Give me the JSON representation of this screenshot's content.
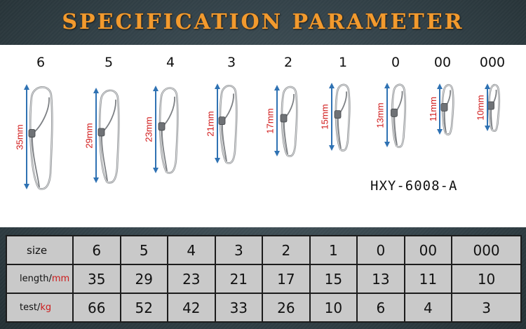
{
  "title": "SPECIFICATION PARAMETER",
  "model": "HXY-6008-A",
  "pins": [
    {
      "size": "6",
      "length_label": "35mm"
    },
    {
      "size": "5",
      "length_label": "29mm"
    },
    {
      "size": "4",
      "length_label": "23mm"
    },
    {
      "size": "3",
      "length_label": "21mm"
    },
    {
      "size": "2",
      "length_label": "17mm"
    },
    {
      "size": "1",
      "length_label": "15mm"
    },
    {
      "size": "0",
      "length_label": "13mm"
    },
    {
      "size": "00",
      "length_label": "11mm"
    },
    {
      "size": "000",
      "length_label": "10mm"
    }
  ],
  "table": {
    "rows": [
      {
        "label": "size",
        "unit": "",
        "values": [
          "6",
          "5",
          "4",
          "3",
          "2",
          "1",
          "0",
          "00",
          "000"
        ]
      },
      {
        "label": "length/",
        "unit": "mm",
        "values": [
          "35",
          "29",
          "23",
          "21",
          "17",
          "15",
          "13",
          "11",
          "10"
        ]
      },
      {
        "label": "test/",
        "unit": "kg",
        "values": [
          "66",
          "52",
          "42",
          "33",
          "26",
          "10",
          "6",
          "4",
          "3"
        ]
      }
    ]
  },
  "colors": {
    "title": "#f29a2e",
    "arrow": "#2f72b3",
    "length_text": "#d01818",
    "table_bg": "#c9c9c9"
  }
}
